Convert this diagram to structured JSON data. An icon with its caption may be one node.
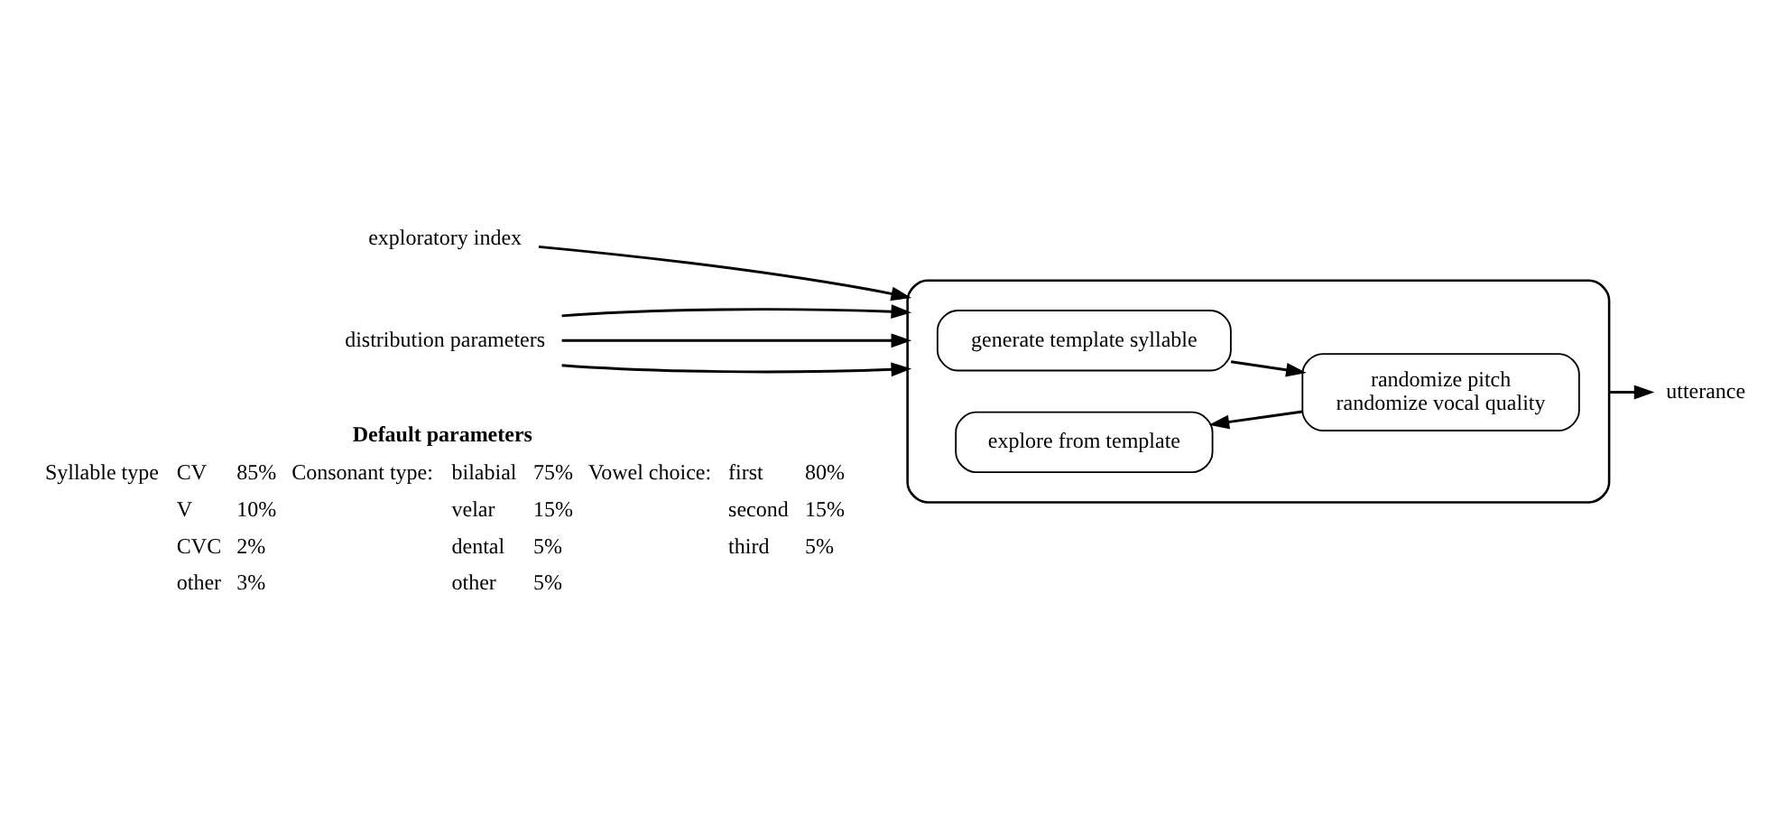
{
  "diagram": {
    "nodes": [
      {
        "text": [
          "exploratory index"
        ]
      },
      {
        "text": [
          "distribution parameters"
        ]
      },
      {
        "text": [],
        "shape": "box"
      },
      {
        "text": [
          "generate template syllable"
        ],
        "in": 2
      },
      {
        "text": [
          "randomize pitch",
          "randomize vocal quality"
        ],
        "in": 2
      },
      {
        "text": [
          "explore from template"
        ],
        "in": 2
      },
      {
        "text": [
          "utterance"
        ]
      }
    ],
    "edges": [
      {
        "from": 0,
        "to": 2,
        "arrow": "to"
      },
      {
        "from": 1,
        "to": 2,
        "arrow": "to"
      },
      {
        "from": 1,
        "to": 2,
        "arrow": "to"
      },
      {
        "from": 1,
        "to": 2,
        "arrow": "to"
      },
      {
        "from": 3,
        "to": 4,
        "arrow": "to"
      },
      {
        "from": 4,
        "to": 5,
        "arrow": "to"
      },
      {
        "from": 2,
        "to": 6,
        "arrow": "to"
      }
    ],
    "labels": [
      "Default parameters",
      "Syllable type",
      "CV",
      "85%",
      "Consonant type:",
      "bilabial",
      "75%",
      "Vowel choice:",
      "first",
      "80%",
      "V",
      "10%",
      "velar",
      "15%",
      "second",
      "15%",
      "CVC",
      "2%",
      "dental",
      "5%",
      "third",
      "5%",
      "other",
      "3%",
      "other",
      "5%"
    ]
  }
}
